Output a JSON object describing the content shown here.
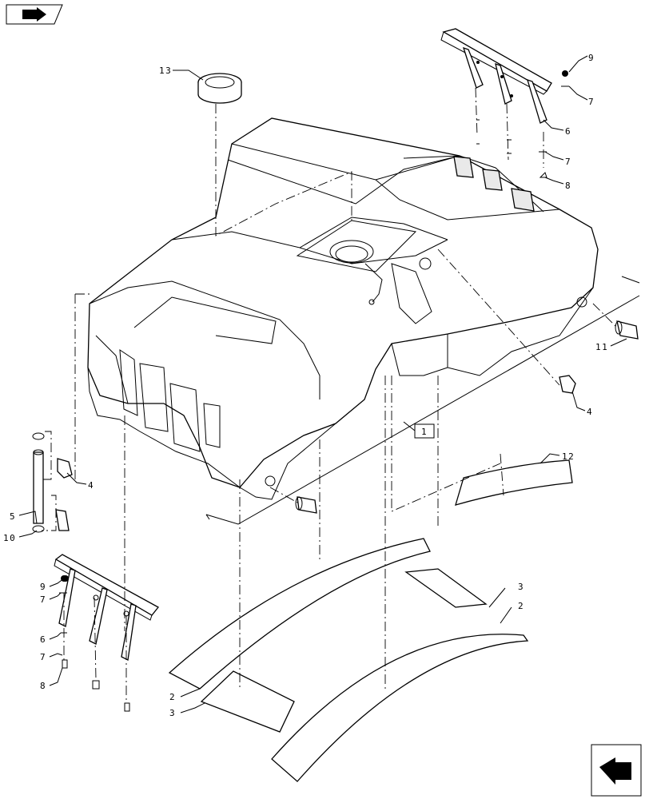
{
  "callouts": {
    "c1": "1",
    "c2a": "2",
    "c2b": "2",
    "c3a": "3",
    "c3b": "3",
    "c4a": "4",
    "c4b": "4",
    "c5": "5",
    "c6a": "6",
    "c6b": "6",
    "c7a": "7",
    "c7b": "7",
    "c7c": "7",
    "c7d": "7",
    "c8a": "8",
    "c8b": "8",
    "c9a": "9",
    "c9b": "9",
    "c10": "10",
    "c11": "11",
    "c12": "12",
    "c13": "13"
  },
  "icons": {
    "top_left": "book-icon",
    "bottom_right": "navigation-arrow-icon"
  }
}
